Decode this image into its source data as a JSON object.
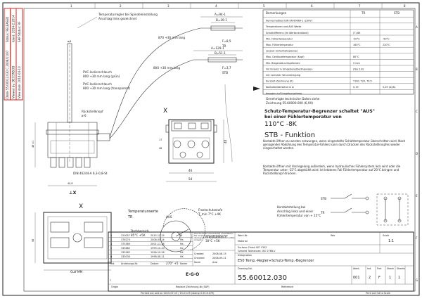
{
  "grid": {
    "cols": [
      "1",
      "2",
      "3",
      "4",
      "5",
      "6",
      "7",
      "8"
    ],
    "rows": [
      "A",
      "B",
      "C",
      "D",
      "E",
      "F",
      "G"
    ]
  },
  "stamp": {
    "line1": "Datei 55.00012.030 C 2008/11/07",
    "line2": "Status: RELEASED",
    "line3": "Viewed by: DECONSOD",
    "line4": "View date: 2014-04-10",
    "line5": "Ident: 2014-2.2014",
    "line6": "SAP Status: RF"
  },
  "drawing": {
    "label_temperaturregler": "Temperaturregler bei Spindeleinstellung",
    "label_anschlag": "Anschlag links gezeichnet",
    "label_pvc1": "PVC-Isolierschlauch",
    "label_pvc1b": "800 +30 mm lang (grün)",
    "label_pvc2": "PVC-Isolierschlauch",
    "label_pvc2b": "800 +30 mm lang (transparent)",
    "label_rueckstell": "Rückstellknopf",
    "label_rueckstell_dim": "ø 6",
    "label_kapillar1": "870 +30 mm lang",
    "label_kapillar2": "800 +30 mm lang",
    "label_a94": "A=94-1",
    "label_b39": "B=39-1",
    "label_f8": "F=8,5",
    "label_tr": "TR",
    "label_a129": "A=129-1",
    "label_b51": "B=51-1",
    "label_f37": "F=3,7",
    "label_stb": "STB",
    "label_x1": "X",
    "label_din": "DIN 46244-A 6,3-0,8-St",
    "label_dim_46": "46",
    "label_dim_54": "54",
    "label_dim_40": "40",
    "label_dim_17": "17",
    "label_dim_48": "48",
    "label_x2": "X",
    "label_tw_title": "Temperaturwerte",
    "label_tw_tr": "TR",
    "label_frost": "Frostschutzstufe",
    "label_frost_val": "T_min 7°C +4K",
    "label_aus": "AUS",
    "label_drehbereich": "Drehbereich",
    "label_drehbereich_val": "85°C +5K",
    "label_arbeits": "Arbeitsbereich",
    "label_arbeits_val": "30°C +5K",
    "label_angle": "270° +5",
    "label_gulf": "Gulf MM",
    "label_dim_7": "7",
    "label_kontakt": "Kontaktstellung bei",
    "label_kontakt2": "Anschlag links und einer",
    "label_kontakt3": "Fühlertemperatur von + 15°C",
    "label_stb_sym": "STB",
    "label_tr_sym": "TR"
  },
  "specs": {
    "header_name": "Bemerkungen",
    "header_tr": "TR",
    "header_stb": "STB",
    "rows": [
      {
        "name": "Nennschaltlast DIN EN 60669-1 (230V)",
        "tr": "",
        "stb": ""
      },
      {
        "name": "Temperaturen und AUS Werte",
        "tr": "",
        "stb": ""
      },
      {
        "name": "Schaltdifferenz (im Werksneustand)",
        "tr": "(7)-6K",
        "stb": ""
      },
      {
        "name": "Min. Fühlertemperatur",
        "tr": "-50°C",
        "stb": "-50°C"
      },
      {
        "name": "Max. Fühlertemperatur",
        "tr": "160°C",
        "stb": "220°C"
      },
      {
        "name": "(ausser Sicherheitsgrenze)",
        "tr": "",
        "stb": ""
      },
      {
        "name": "Max. Gehäusetemperatur (Kopf)",
        "tr": "80°C",
        "stb": ""
      },
      {
        "name": "Min. Biegeradius Kapillarrohr",
        "tr": "5 mm",
        "stb": ""
      },
      {
        "name": "Für Einsatz in Umgebungsbedingungen",
        "tr": "(Typ 2.B)",
        "stb": ""
      },
      {
        "name": "mit normaler Verunreinigung",
        "tr": "",
        "stb": ""
      },
      {
        "name": "Kurzzeit-Zeichnung (K)",
        "tr": "T100, T20, T0,5",
        "stb": ""
      },
      {
        "name": "Kontaktwiderstand in Ω",
        "tr": "0,19",
        "stb": "0,29 (A)(K)"
      },
      {
        "name": "bezogen auf Umgebungstemp.",
        "tr": "",
        "stb": ""
      }
    ],
    "note1": "Genehmigte technische Daten siehe",
    "note2": "Zeichnung 55.60000.000 (6,9X)"
  },
  "schutz": {
    "line1": "Schutz-Temperatur-Begrenzer schaltet \"AUS\"",
    "line2": "bei einer Fühlertemperatur von",
    "line3": "110°C -8K",
    "title": "STB - Funktion",
    "para1": "Kontakte öffnen zu werden erzwungen, wenn eingestellte Schalttemperatur überschritten wird. Nach genügender Abkühlung des Temperatur-Fühlers kann durch Drücken des Rückstellknopfes wieder eingeschaltet werden.",
    "para2": "Kontakte öffnen mit Verriegelung außerdem, wenn hydraulisches Fühlersystem leck wird oder die Temperatur unter -15°C abgekühlt wird. Ist letzteres Fall Fühlertemperatur auf 20°C bringen und Rückstellknopf drücken."
  },
  "titleblock": {
    "rev_rows": [
      {
        "i": "5",
        "no": "220057",
        "date": "2015-12-15",
        "name": "Bl"
      },
      {
        "i": "4",
        "no": "376270",
        "date": "2008-05-14",
        "name": "Ms"
      },
      {
        "i": "3",
        "no": "375389",
        "date": "2001-11-16",
        "name": "Ms"
      },
      {
        "i": "2",
        "no": "335662",
        "date": "1999-10-10",
        "name": "Ho"
      },
      {
        "i": "1",
        "no": "335562",
        "date": "1998-10-28",
        "name": "HK"
      },
      {
        "i": "0",
        "no": "335030",
        "date": "1998-08-11",
        "name": "HK"
      }
    ],
    "rev_headers": [
      "Ind.",
      "Änderungs-Nr.",
      "Datum",
      "Name"
    ],
    "protect_note": "This document is exclusively committed to the recipient. Its content shall not be disclosed to third parties without our written consent.",
    "drw_row1": "Created",
    "drw_row1v": "2008-08-15",
    "drw_row2": "Checked",
    "drw_row2v": "2008-09-11",
    "drw_row3": "Norm",
    "drw_row3v": "Ansi",
    "drw_dwg": "Werk-Nr.",
    "drw_unit": "Ww",
    "drw_material": "Material",
    "surface": "Surface: Finish ISO 1302",
    "general_tol": "General Tolerances: ISO 2768-V",
    "designation_label": "Designation",
    "designation": "E50 Temp.-Regler+Schutz-Temp.-Begrenzer",
    "company": "E·G·O",
    "drawing_no_label": "Drawing No.",
    "drawing_no": "55.60012.030",
    "ident_label": "Ident.",
    "ident": "001",
    "index_label": "Ind.",
    "index": "2",
    "format_label": "Fmt",
    "format": "F",
    "sheet_label": "Sheet",
    "sheet": "1",
    "sheets_label": "Sheets",
    "sheets": "1",
    "scale_label": "Scale",
    "scale": "1:1",
    "origin": "Origin",
    "replace": "Replace Zeichnung-Nr.(SAP)",
    "reference": "Reference",
    "footer_left": "Printed out and on 2015-07-15 / 15:21:05 (stamp 0.55.6.079)",
    "footer_right": "Print out fut to Scale"
  },
  "colors": {
    "line": "#333333",
    "accent": "#d9261c",
    "paper": "#ffffff"
  }
}
